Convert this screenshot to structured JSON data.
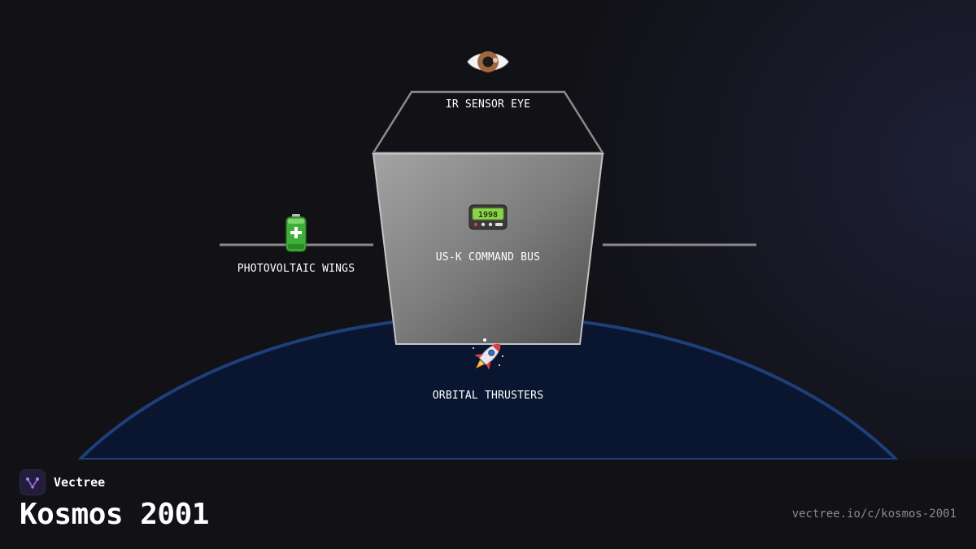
{
  "diagram": {
    "nodes": [
      {
        "id": "eye",
        "label": "IR SENSOR EYE",
        "icon": "eye-icon"
      },
      {
        "id": "bus",
        "label": "US-K COMMAND BUS",
        "icon": "pager-icon"
      },
      {
        "id": "wings",
        "label": "PHOTOVOLTAIC WINGS",
        "icon": "battery-icon"
      },
      {
        "id": "thrusters",
        "label": "ORBITAL THRUSTERS",
        "icon": "rocket-icon"
      }
    ]
  },
  "footer": {
    "brand": "Vectree",
    "title": "Kosmos 2001",
    "url": "vectree.io/c/kosmos-2001"
  },
  "colors": {
    "background": "#111116",
    "planet": "#0a1530",
    "planet_rim": "#1f3f7a",
    "body_light": "#9a9a9a",
    "body_dark": "#4a4a4a",
    "line": "#8a8a8a"
  }
}
